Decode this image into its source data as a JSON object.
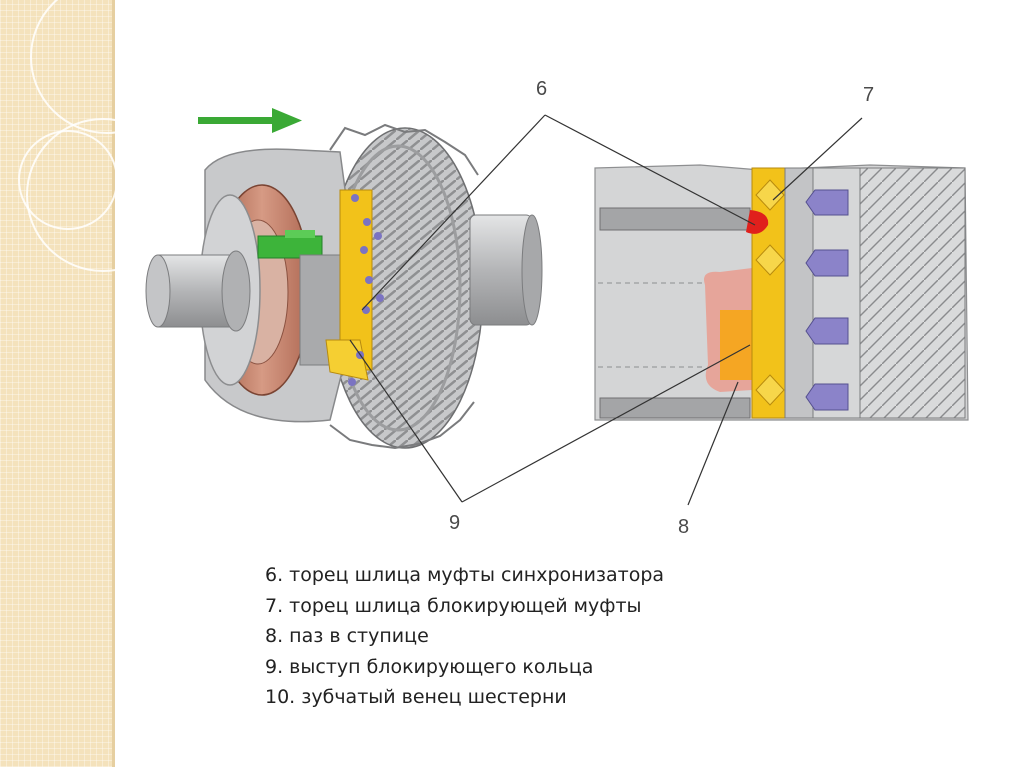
{
  "callouts": [
    "6",
    "7",
    "8",
    "9"
  ],
  "captions": [
    "6. торец шлица муфты синхронизатора",
    "7. торец шлица блокирующей муфты",
    "8. паз в ступице",
    "9. выступ блокирующего кольца",
    "10. зубчатый венец шестерни"
  ],
  "colors": {
    "arrow": "#3aa935",
    "gear_steel": "#b9babc",
    "sleeve_copper": "#c47a62",
    "spline_green": "#3db43a",
    "blocking_ring_yellow": "#f2c21a",
    "hub_orange": "#f5a623",
    "groove_pink": "#e6a59a",
    "tooth_purple": "#8b83c9",
    "contact_red": "#e0201c"
  }
}
